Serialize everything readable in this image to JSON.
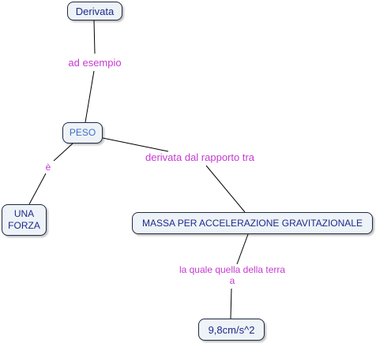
{
  "nodes": {
    "derivata": "Derivata",
    "peso": "PESO",
    "forza": "UNA FORZA",
    "massa": "MASSA PER ACCELERAZIONE GRAVITAZIONALE",
    "valore": "9,8cm/s^2"
  },
  "links": {
    "ad_esempio": "ad esempio",
    "e": "è",
    "derivata_dal": "derivata dal rapporto tra",
    "la_quale_line1": "la quale quella della terra",
    "la_quale_line2": "a"
  },
  "colors": {
    "node_text": "#1c2a8c",
    "peso_text": "#3f6fc4",
    "link_text": "#c53ad1",
    "node_fill": "#eef3f7",
    "node_border": "#1f2a44"
  }
}
